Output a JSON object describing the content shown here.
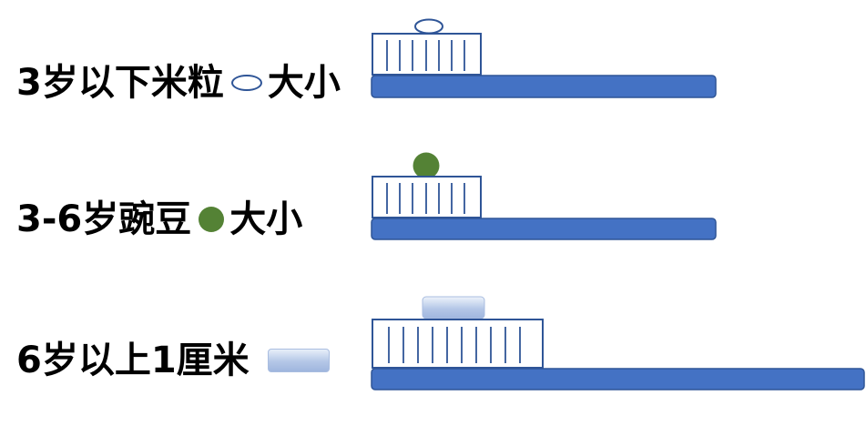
{
  "rows": [
    {
      "text": "3岁以下米粒",
      "suffix": "大小",
      "symbol": "oval-outline-icon"
    },
    {
      "text": "3-6岁豌豆",
      "suffix": "大小",
      "symbol": "green-dot-icon"
    },
    {
      "text": "6岁以上1厘米",
      "suffix": "",
      "symbol": "blue-pill-icon"
    }
  ],
  "colors": {
    "bar_fill": "#4472c4",
    "bar_stroke": "#2f5597",
    "bristle_stroke": "#2f5597",
    "pea_green": "#548235",
    "pill_light": "#dae3f3",
    "pill_mid": "#b4c7e7"
  }
}
